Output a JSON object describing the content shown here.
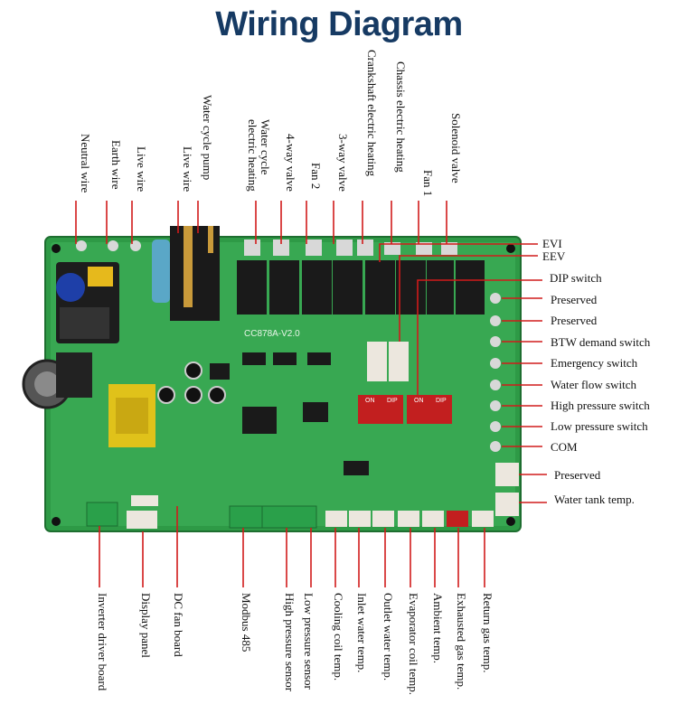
{
  "title": "Wiring Diagram",
  "board": {
    "model_text": "CC878A-V2.0",
    "dip_labels": [
      "ON",
      "DIP",
      "ON",
      "DIP"
    ]
  },
  "colors": {
    "accent": "#d11b1b",
    "title": "#163a63",
    "board": "#2e9a46"
  },
  "labels": {
    "top": [
      "Neutral wire",
      "Earth wire",
      "Live wire",
      "Live wire",
      "Water cycle pump",
      "Water cycle electric heating",
      "4-way valve",
      "Fan 2",
      "3-way valve",
      "Crankshaft electric heating",
      "Chassis electric heating",
      "Fan 1",
      "Solenoid valve"
    ],
    "right": [
      "EVI",
      "EEV",
      "DIP switch",
      "Preserved",
      "Preserved",
      "BTW demand switch",
      "Emergency switch",
      "Water flow switch",
      "High pressure switch",
      "Low pressure switch",
      "COM",
      "Preserved",
      "Water tank temp."
    ],
    "bottom": [
      "Inverter driver board",
      "Display panel",
      "DC fan board",
      "Modbus 485",
      "High pressure sensor",
      "Low pressure sensor",
      "Cooling coil temp.",
      "Inlet water temp.",
      "Outlet water temp.",
      "Evaporator coil temp.",
      "Ambient temp.",
      "Exhausted gas temp.",
      "Return gas temp."
    ]
  }
}
